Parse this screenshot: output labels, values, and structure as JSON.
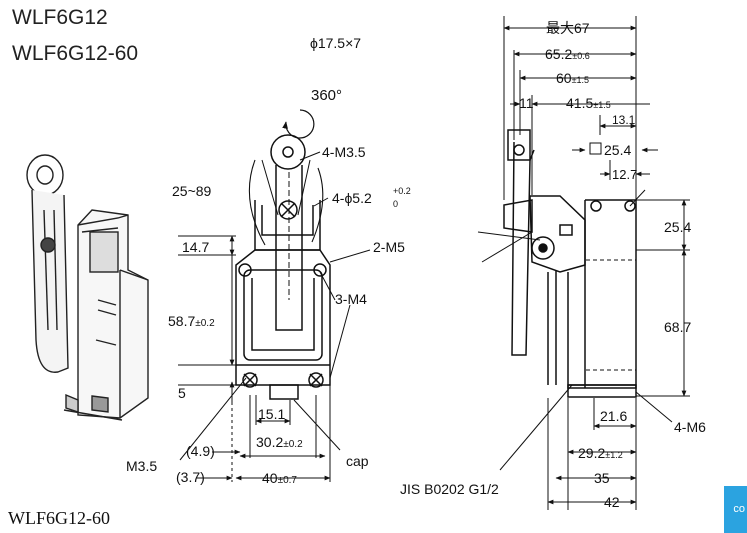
{
  "header": {
    "model_1": "WLF6G12",
    "model_2": "WLF6G12-60",
    "roller_dim": "ϕ17.5×7"
  },
  "front_view": {
    "rotation": "360°",
    "angle_range": "25~89",
    "tap_m35": "4-M3.5",
    "hole_dia": "4-ϕ5.2",
    "hole_tol_upper": "+0.2",
    "hole_tol_lower": "0",
    "dim_14_7": "14.7",
    "dim_58_7": "58.7",
    "dim_58_7_tol": "±0.2",
    "tap_m5": "2-M5",
    "tap_m4": "3-M4",
    "dim_5": "5",
    "dim_15_1": "15.1",
    "dim_4_9": "(4.9)",
    "dim_30_2": "30.2",
    "dim_30_2_tol": "±0.2",
    "m3_5": "M3.5",
    "dim_3_7": "(3.7)",
    "dim_40": "40",
    "dim_40_tol": "±0.7",
    "cap": "cap"
  },
  "side_view": {
    "max_67": "最大67",
    "dim_65_2": "65.2",
    "dim_65_2_tol": "±0.6",
    "dim_60": "60",
    "dim_60_tol": "±1.5",
    "dim_11": "11",
    "dim_41_5": "41.5",
    "dim_41_5_tol": "±1.5",
    "dim_13_1": "13.1",
    "dim_25_4_sq": "25.4",
    "dim_12_7": "12.7",
    "dim_25_4": "25.4",
    "dim_68_7": "68.7",
    "dim_21_6": "21.6",
    "tap_m6": "4-M6",
    "dim_29_2": "29.2",
    "dim_29_2_tol": "±1.2",
    "dim_35": "35",
    "dim_42": "42",
    "conduit": "JIS B0202 G1/2"
  },
  "footer": {
    "caption": "WLF6G12-60",
    "corner_label": "co"
  }
}
